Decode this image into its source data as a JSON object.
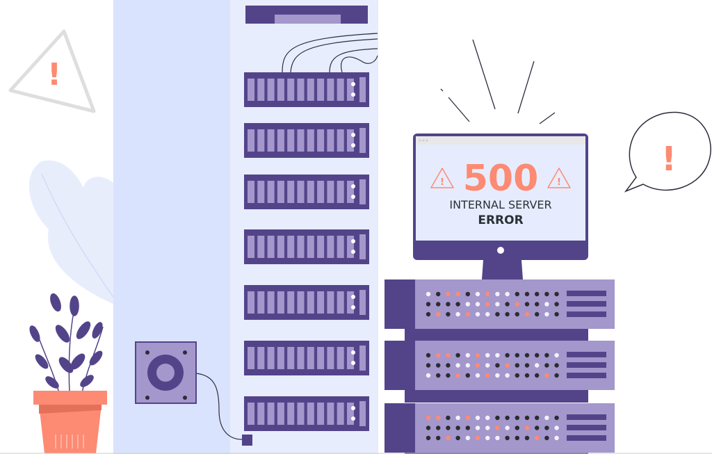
{
  "error": {
    "code": "500",
    "line1": "INTERNAL SERVER",
    "line2": "ERROR"
  },
  "alerts": {
    "triangle_mark": "!",
    "bubble_mark": "!"
  },
  "colors": {
    "dark_purple": "#53448a",
    "light_purple": "#a397cc",
    "coral": "#fd8a72",
    "panel_blue": "#dae3fd",
    "panel_light": "#e7edfd"
  }
}
